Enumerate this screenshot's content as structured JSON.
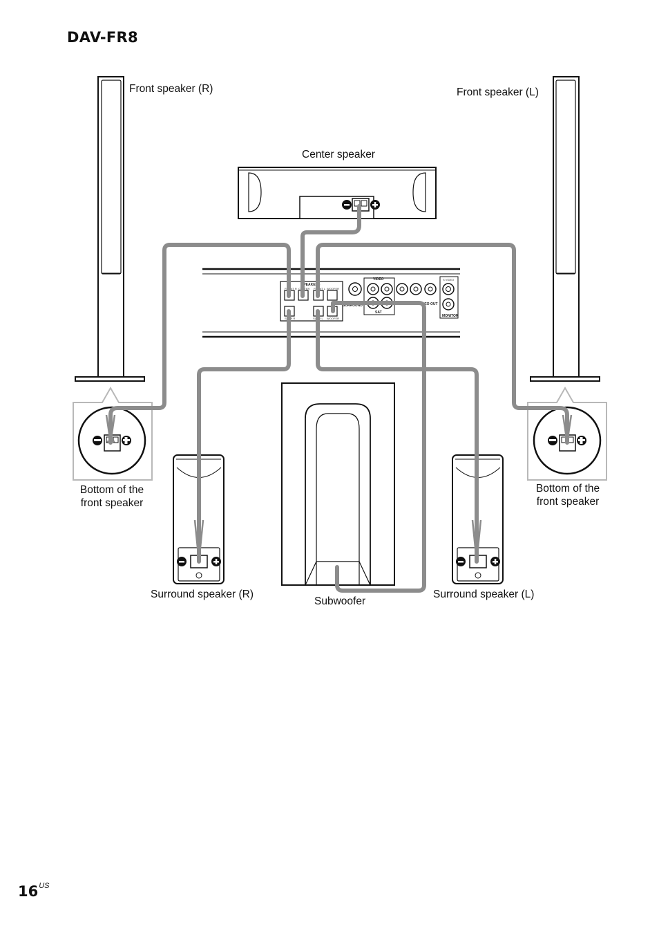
{
  "title": "DAV-FR8",
  "labels": {
    "front_r": "Front speaker (R)",
    "front_l": "Front speaker (L)",
    "center": "Center speaker",
    "bottom_front_left": [
      "Bottom of the",
      "front speaker"
    ],
    "bottom_front_right": [
      "Bottom of the",
      "front speaker"
    ],
    "surround_r": "Surround speaker (R)",
    "surround_l": "Surround speaker (L)",
    "subwoofer": "Subwoofer"
  },
  "panel": {
    "speakers": "SPEAKERS",
    "front_r": "FRONT R",
    "center": "CENTER",
    "front_l": "FRONT L",
    "woofer": "WOOFER",
    "surr_r": "SURR R",
    "surr_l": "SURR L",
    "woofer2": "WOOFER",
    "surround": "SURROUND",
    "video": "VIDEO",
    "sat": "SAT",
    "video_out": "VIDEO OUT",
    "monitor": "MONITOR",
    "s_video": "S VIDEO"
  },
  "page": {
    "number": "16",
    "suffix": "US"
  },
  "colors": {
    "cable": "#8c8c8c",
    "outline": "#111111",
    "callout": "#b8b8b8"
  }
}
